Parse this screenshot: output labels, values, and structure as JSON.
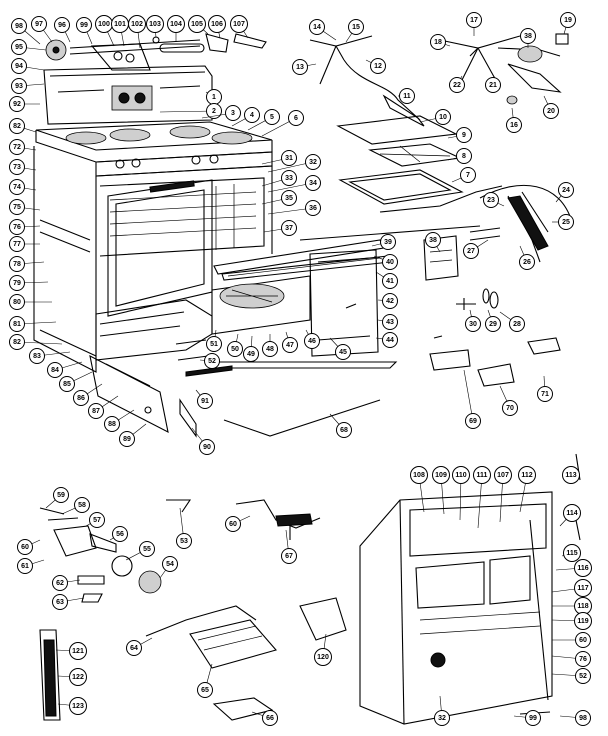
{
  "callouts": [
    {
      "id": "c98",
      "label": "98"
    },
    {
      "id": "c97",
      "label": "97"
    },
    {
      "id": "c96",
      "label": "96"
    },
    {
      "id": "c99",
      "label": "99"
    },
    {
      "id": "c100",
      "label": "100"
    },
    {
      "id": "c101",
      "label": "101"
    },
    {
      "id": "c102",
      "label": "102"
    },
    {
      "id": "c103",
      "label": "103"
    },
    {
      "id": "c104",
      "label": "104"
    },
    {
      "id": "c105",
      "label": "105"
    },
    {
      "id": "c106",
      "label": "106"
    },
    {
      "id": "c107",
      "label": "107"
    },
    {
      "id": "c95",
      "label": "95"
    },
    {
      "id": "c94",
      "label": "94"
    },
    {
      "id": "c93",
      "label": "93"
    },
    {
      "id": "c92",
      "label": "92"
    },
    {
      "id": "c1",
      "label": "1"
    },
    {
      "id": "c2",
      "label": "2"
    },
    {
      "id": "c3",
      "label": "3"
    },
    {
      "id": "c4",
      "label": "4"
    },
    {
      "id": "c5",
      "label": "5"
    },
    {
      "id": "c6",
      "label": "6"
    },
    {
      "id": "c82",
      "label": "82"
    },
    {
      "id": "c72",
      "label": "72"
    },
    {
      "id": "c73",
      "label": "73"
    },
    {
      "id": "c74",
      "label": "74"
    },
    {
      "id": "c75",
      "label": "75"
    },
    {
      "id": "c76",
      "label": "76"
    },
    {
      "id": "c77",
      "label": "77"
    },
    {
      "id": "c78",
      "label": "78"
    },
    {
      "id": "c79",
      "label": "79"
    },
    {
      "id": "c80",
      "label": "80"
    },
    {
      "id": "c81",
      "label": "81"
    },
    {
      "id": "c82b",
      "label": "82"
    },
    {
      "id": "c83",
      "label": "83"
    },
    {
      "id": "c84",
      "label": "84"
    },
    {
      "id": "c85",
      "label": "85"
    },
    {
      "id": "c86",
      "label": "86"
    },
    {
      "id": "c87",
      "label": "87"
    },
    {
      "id": "c88",
      "label": "88"
    },
    {
      "id": "c89",
      "label": "89"
    },
    {
      "id": "c90",
      "label": "90"
    },
    {
      "id": "c31",
      "label": "31"
    },
    {
      "id": "c32",
      "label": "32"
    },
    {
      "id": "c33",
      "label": "33"
    },
    {
      "id": "c34",
      "label": "34"
    },
    {
      "id": "c35",
      "label": "35"
    },
    {
      "id": "c36",
      "label": "36"
    },
    {
      "id": "c37",
      "label": "37"
    },
    {
      "id": "c38",
      "label": "38"
    },
    {
      "id": "c39",
      "label": "39"
    },
    {
      "id": "c40",
      "label": "40"
    },
    {
      "id": "c41",
      "label": "41"
    },
    {
      "id": "c42",
      "label": "42"
    },
    {
      "id": "c43",
      "label": "43"
    },
    {
      "id": "c44",
      "label": "44"
    },
    {
      "id": "c45",
      "label": "45"
    },
    {
      "id": "c46",
      "label": "46"
    },
    {
      "id": "c47",
      "label": "47"
    },
    {
      "id": "c48",
      "label": "48"
    },
    {
      "id": "c49",
      "label": "49"
    },
    {
      "id": "c50",
      "label": "50"
    },
    {
      "id": "c51",
      "label": "51"
    },
    {
      "id": "c52",
      "label": "52"
    },
    {
      "id": "c91",
      "label": "91"
    },
    {
      "id": "c68",
      "label": "68"
    },
    {
      "id": "c14",
      "label": "14"
    },
    {
      "id": "c15",
      "label": "15"
    },
    {
      "id": "c13",
      "label": "13"
    },
    {
      "id": "c12",
      "label": "12"
    },
    {
      "id": "c11",
      "label": "11"
    },
    {
      "id": "c10",
      "label": "10"
    },
    {
      "id": "c9",
      "label": "9"
    },
    {
      "id": "c8",
      "label": "8"
    },
    {
      "id": "c7",
      "label": "7"
    },
    {
      "id": "c17",
      "label": "17"
    },
    {
      "id": "c18",
      "label": "18"
    },
    {
      "id": "c19",
      "label": "19"
    },
    {
      "id": "c38b",
      "label": "38"
    },
    {
      "id": "c22",
      "label": "22"
    },
    {
      "id": "c21",
      "label": "21"
    },
    {
      "id": "c16",
      "label": "16"
    },
    {
      "id": "c20",
      "label": "20"
    },
    {
      "id": "c23",
      "label": "23"
    },
    {
      "id": "c24",
      "label": "24"
    },
    {
      "id": "c25",
      "label": "25"
    },
    {
      "id": "c26",
      "label": "26"
    },
    {
      "id": "c27",
      "label": "27"
    },
    {
      "id": "c30",
      "label": "30"
    },
    {
      "id": "c29",
      "label": "29"
    },
    {
      "id": "c28",
      "label": "28"
    },
    {
      "id": "c71",
      "label": "71"
    },
    {
      "id": "c69",
      "label": "69"
    },
    {
      "id": "c70",
      "label": "70"
    },
    {
      "id": "c59",
      "label": "59"
    },
    {
      "id": "c58",
      "label": "58"
    },
    {
      "id": "c57",
      "label": "57"
    },
    {
      "id": "c56",
      "label": "56"
    },
    {
      "id": "c60",
      "label": "60"
    },
    {
      "id": "c61",
      "label": "61"
    },
    {
      "id": "c55",
      "label": "55"
    },
    {
      "id": "c54",
      "label": "54"
    },
    {
      "id": "c62",
      "label": "62"
    },
    {
      "id": "c63",
      "label": "63"
    },
    {
      "id": "c53",
      "label": "53"
    },
    {
      "id": "c60b",
      "label": "60"
    },
    {
      "id": "c67",
      "label": "67"
    },
    {
      "id": "c64",
      "label": "64"
    },
    {
      "id": "c65",
      "label": "65"
    },
    {
      "id": "c66",
      "label": "66"
    },
    {
      "id": "c120",
      "label": "120"
    },
    {
      "id": "c121",
      "label": "121"
    },
    {
      "id": "c122",
      "label": "122"
    },
    {
      "id": "c123",
      "label": "123"
    },
    {
      "id": "c108",
      "label": "108"
    },
    {
      "id": "c109",
      "label": "109"
    },
    {
      "id": "c110",
      "label": "110"
    },
    {
      "id": "c111",
      "label": "111"
    },
    {
      "id": "c107b",
      "label": "107"
    },
    {
      "id": "c112",
      "label": "112"
    },
    {
      "id": "c113",
      "label": "113"
    },
    {
      "id": "c114",
      "label": "114"
    },
    {
      "id": "c115",
      "label": "115"
    },
    {
      "id": "c116",
      "label": "116"
    },
    {
      "id": "c117",
      "label": "117"
    },
    {
      "id": "c118",
      "label": "118"
    },
    {
      "id": "c119",
      "label": "119"
    },
    {
      "id": "c60c",
      "label": "60"
    },
    {
      "id": "c76b",
      "label": "76"
    },
    {
      "id": "c52b",
      "label": "52"
    },
    {
      "id": "c32b",
      "label": "32"
    },
    {
      "id": "c98b",
      "label": "98"
    },
    {
      "id": "c99b",
      "label": "99"
    }
  ]
}
